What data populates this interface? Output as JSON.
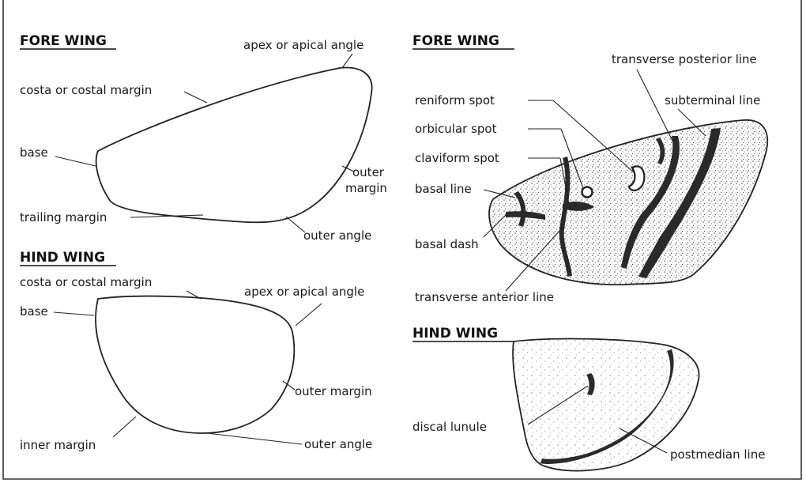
{
  "colors": {
    "ink": "#222222",
    "background": "#ffffff",
    "frame": "#333333"
  },
  "left_panel": {
    "fore_wing": {
      "heading": "FORE WING",
      "labels": {
        "apex": "apex or apical angle",
        "costa": "costa or costal margin",
        "base": "base",
        "outer_margin_1": "outer",
        "outer_margin_2": "margin",
        "trailing_margin": "trailing margin",
        "outer_angle": "outer angle"
      }
    },
    "hind_wing": {
      "heading": "HIND WING",
      "labels": {
        "costa": "costa or costal margin",
        "apex": "apex or apical angle",
        "base": "base",
        "outer_margin": "outer margin",
        "inner_margin": "inner margin",
        "outer_angle": "outer angle"
      }
    }
  },
  "right_panel": {
    "fore_wing": {
      "heading": "FORE WING",
      "labels": {
        "transverse_posterior_line": "transverse posterior line",
        "reniform_spot": "reniform spot",
        "subterminal_line": "subterminal line",
        "orbicular_spot": "orbicular spot",
        "claviform_spot": "claviform spot",
        "basal_line": "basal line",
        "basal_dash": "basal dash",
        "transverse_anterior_line": "transverse anterior line"
      }
    },
    "hind_wing": {
      "heading": "HIND WING",
      "labels": {
        "discal_lunule": "discal lunule",
        "postmedian_line": "postmedian line"
      }
    }
  }
}
